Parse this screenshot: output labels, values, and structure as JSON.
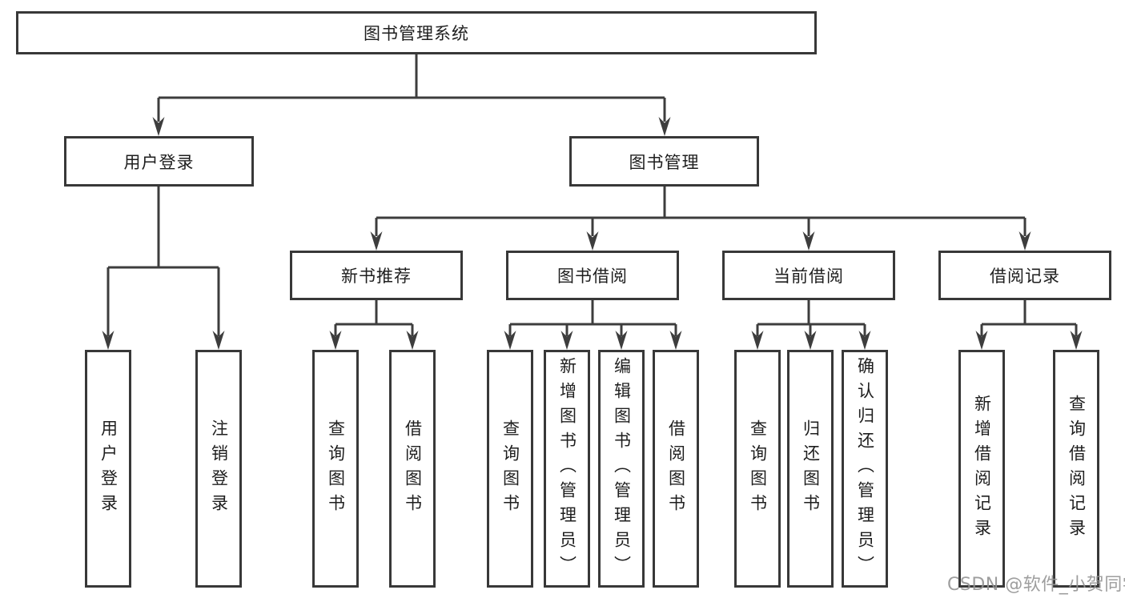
{
  "diagram": {
    "root": {
      "label": "图书管理系统"
    },
    "children": [
      {
        "label": "用户登录",
        "children": [
          {
            "label": "用户登录"
          },
          {
            "label": "注销登录"
          }
        ]
      },
      {
        "label": "图书管理",
        "children": [
          {
            "label": "新书推荐",
            "children": [
              {
                "label": "查询图书"
              },
              {
                "label": "借阅图书"
              }
            ]
          },
          {
            "label": "图书借阅",
            "children": [
              {
                "label": "查询图书"
              },
              {
                "label": "新增图书（管理员）"
              },
              {
                "label": "编辑图书（管理员）"
              },
              {
                "label": "借阅图书"
              }
            ]
          },
          {
            "label": "当前借阅",
            "children": [
              {
                "label": "查询图书"
              },
              {
                "label": "归还图书"
              },
              {
                "label": "确认归还（管理员）"
              }
            ]
          },
          {
            "label": "借阅记录",
            "children": [
              {
                "label": "新增借阅记录"
              },
              {
                "label": "查询借阅记录"
              }
            ]
          }
        ]
      }
    ]
  },
  "watermark": "CSDN @软件_小贺同学",
  "colors": {
    "line": "#3d3d3d",
    "border": "#383838",
    "text": "#1e1e1e",
    "watermark": "#949494"
  }
}
